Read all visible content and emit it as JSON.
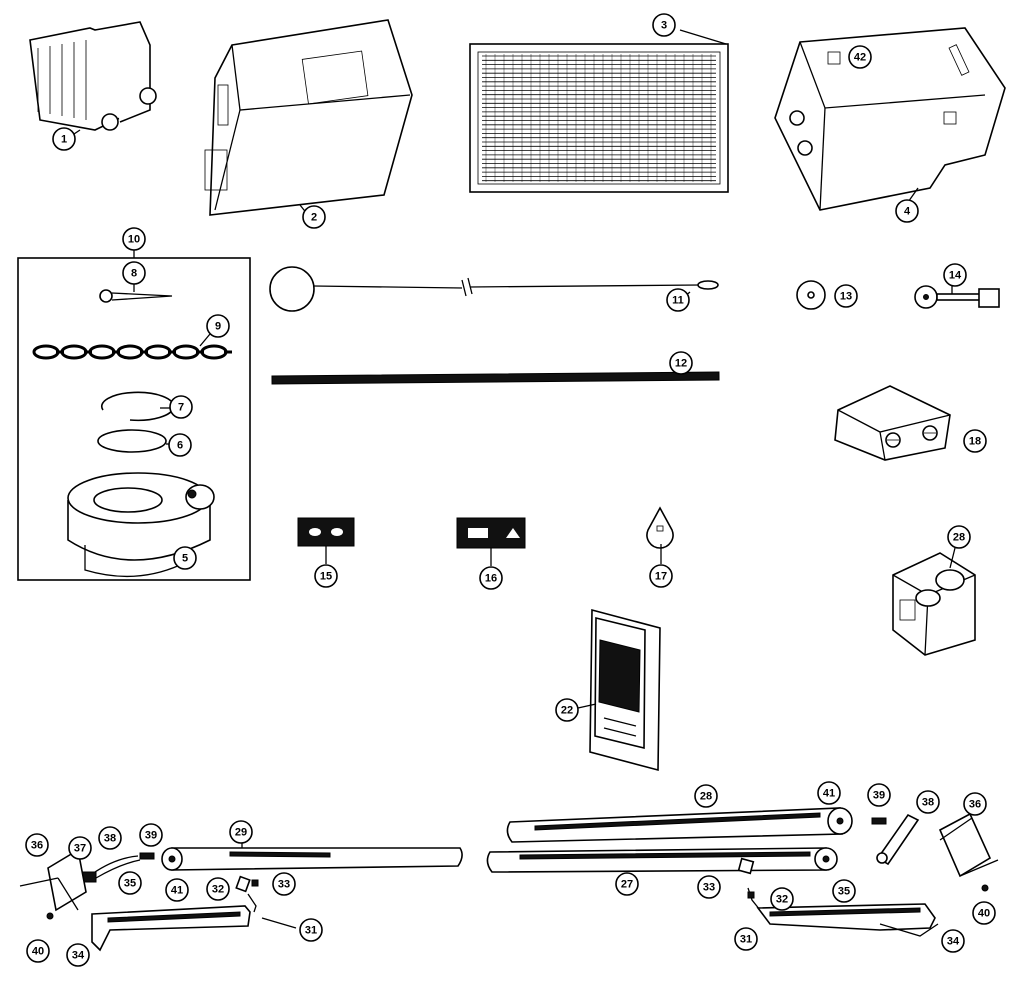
{
  "callouts": {
    "c1": "1",
    "c2": "2",
    "c3": "3",
    "c4": "4",
    "c42": "42",
    "c10": "10",
    "c8": "8",
    "c9": "9",
    "c7": "7",
    "c6": "6",
    "c5": "5",
    "c11": "11",
    "c12": "12",
    "c13": "13",
    "c14": "14",
    "c18": "18",
    "c15": "15",
    "c16": "16",
    "c17": "17",
    "c28a": "28",
    "c22": "22",
    "L36": "36",
    "L37": "37",
    "L38": "38",
    "L39": "39",
    "L29": "29",
    "L41": "41",
    "L35": "35",
    "L32": "32",
    "L33": "33",
    "L31": "31",
    "L34": "34",
    "L40": "40",
    "R28": "28",
    "R41": "41",
    "R39": "39",
    "R38": "38",
    "R36": "36",
    "R27": "27",
    "R33": "33",
    "R32": "32",
    "R35": "35",
    "R31": "31",
    "R34": "34",
    "R40": "40"
  }
}
